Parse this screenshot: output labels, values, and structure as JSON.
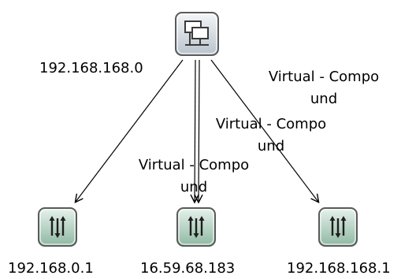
{
  "network_node": {
    "icon": "network-computers-icon",
    "label": "192.168.168.0"
  },
  "devices": [
    {
      "icon": "switch-icon",
      "label": "192.168.0.1"
    },
    {
      "icon": "switch-icon",
      "label": "16.59.68.183"
    },
    {
      "icon": "switch-icon",
      "label": "192.168.168.1"
    }
  ],
  "edges": [
    {
      "from": "192.168.168.0",
      "to": "192.168.0.1",
      "label_lines": []
    },
    {
      "from": "192.168.168.0",
      "to": "16.59.68.183",
      "label_lines": [
        "Virtual - Compo",
        "und"
      ]
    },
    {
      "from": "192.168.168.0",
      "to": "16.59.68.183",
      "label_lines": [
        "Virtual - Compo",
        "und"
      ]
    },
    {
      "from": "192.168.168.0",
      "to": "192.168.168.1",
      "label_lines": [
        "Virtual - Compo",
        "und"
      ]
    }
  ],
  "colors": {
    "edge": "#000000",
    "icon_border": "#5a5a5a",
    "icon_fill_top": "#e6f2ec",
    "icon_fill_bottom": "#8fb8a2",
    "network_fill_top": "#f4f6f8",
    "network_fill_bottom": "#b9c3cc"
  }
}
